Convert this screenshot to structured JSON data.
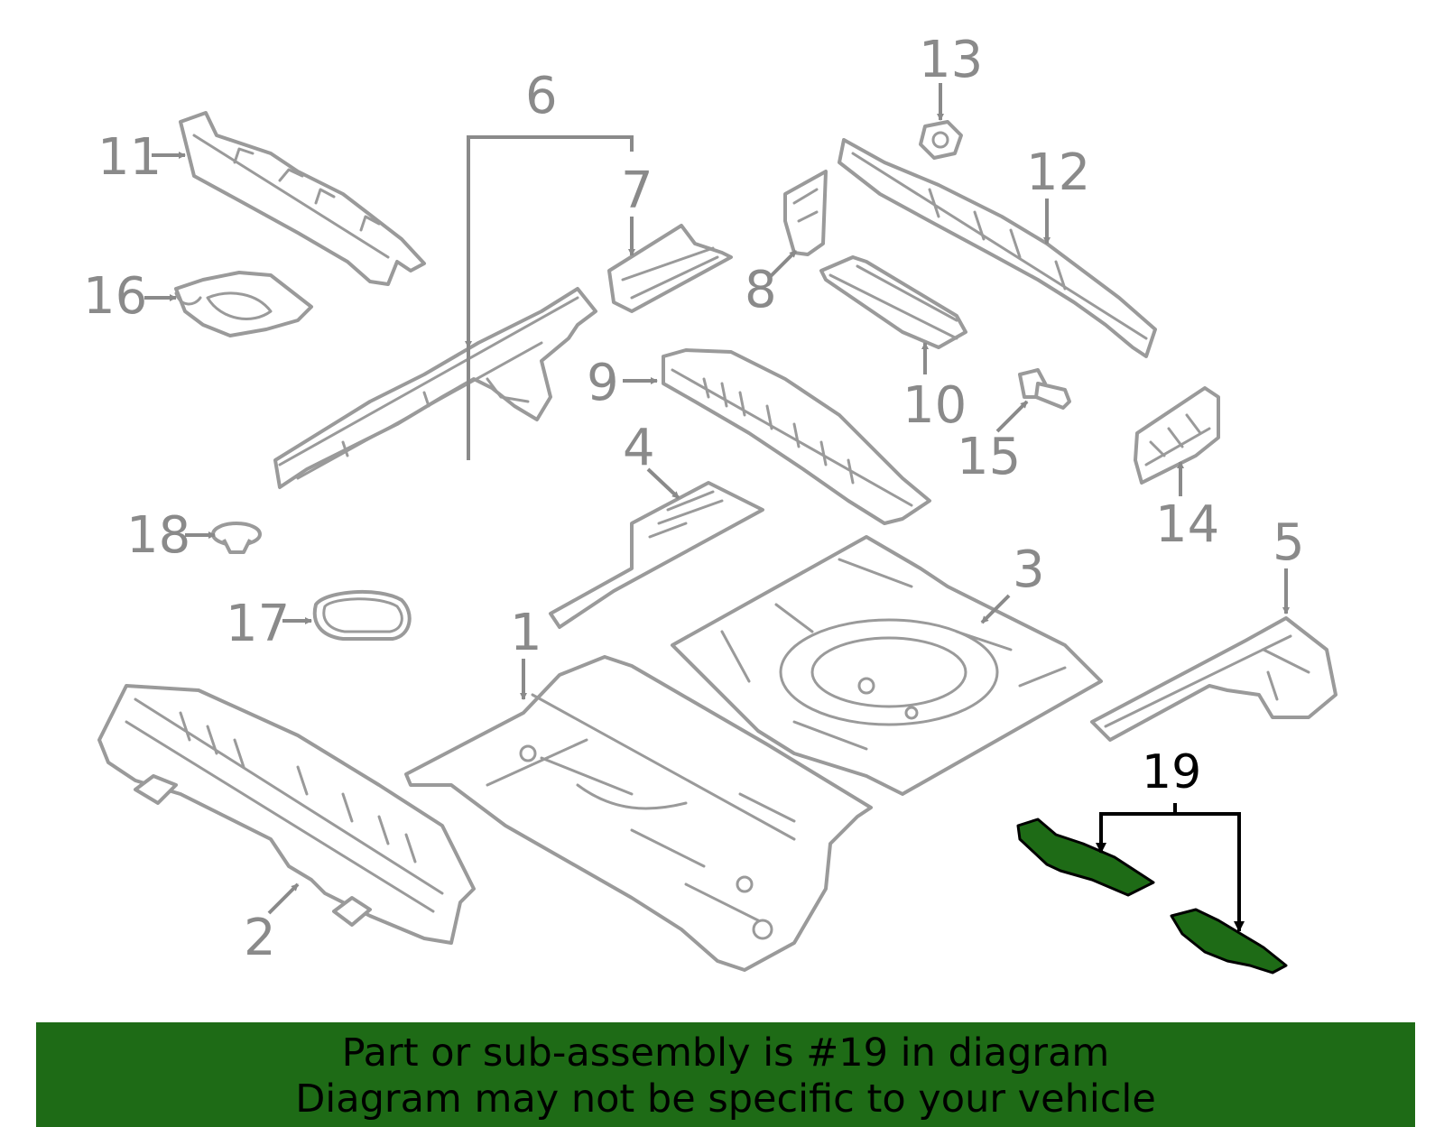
{
  "callouts": {
    "c1": "1",
    "c2": "2",
    "c3": "3",
    "c4": "4",
    "c5": "5",
    "c6": "6",
    "c7": "7",
    "c8": "8",
    "c9": "9",
    "c10": "10",
    "c11": "11",
    "c12": "12",
    "c13": "13",
    "c14": "14",
    "c15": "15",
    "c16": "16",
    "c17": "17",
    "c18": "18",
    "c19": "19"
  },
  "highlight_color": "#1e6b16",
  "banner": {
    "line1": "Part or sub-assembly is #19 in diagram",
    "line2": "Diagram may not be specific to your vehicle"
  }
}
